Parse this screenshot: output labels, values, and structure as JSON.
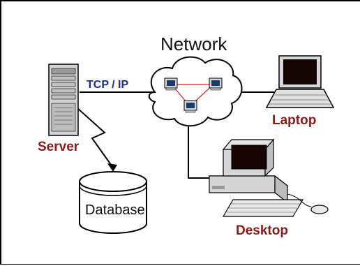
{
  "diagram": {
    "network_label": "Network",
    "protocol_label": "TCP / IP",
    "server_label": "Server",
    "database_label": "Database",
    "laptop_label": "Laptop",
    "desktop_label": "Desktop"
  },
  "colors": {
    "device_label": "#8b1a1a",
    "protocol_label": "#1b2f8a",
    "ring_link": "#d02020"
  },
  "icons": [
    "cloud-icon",
    "server-icon",
    "database-icon",
    "laptop-icon",
    "desktop-icon",
    "computer-icon",
    "mouse-icon",
    "keyboard-icon",
    "lightning-icon"
  ]
}
